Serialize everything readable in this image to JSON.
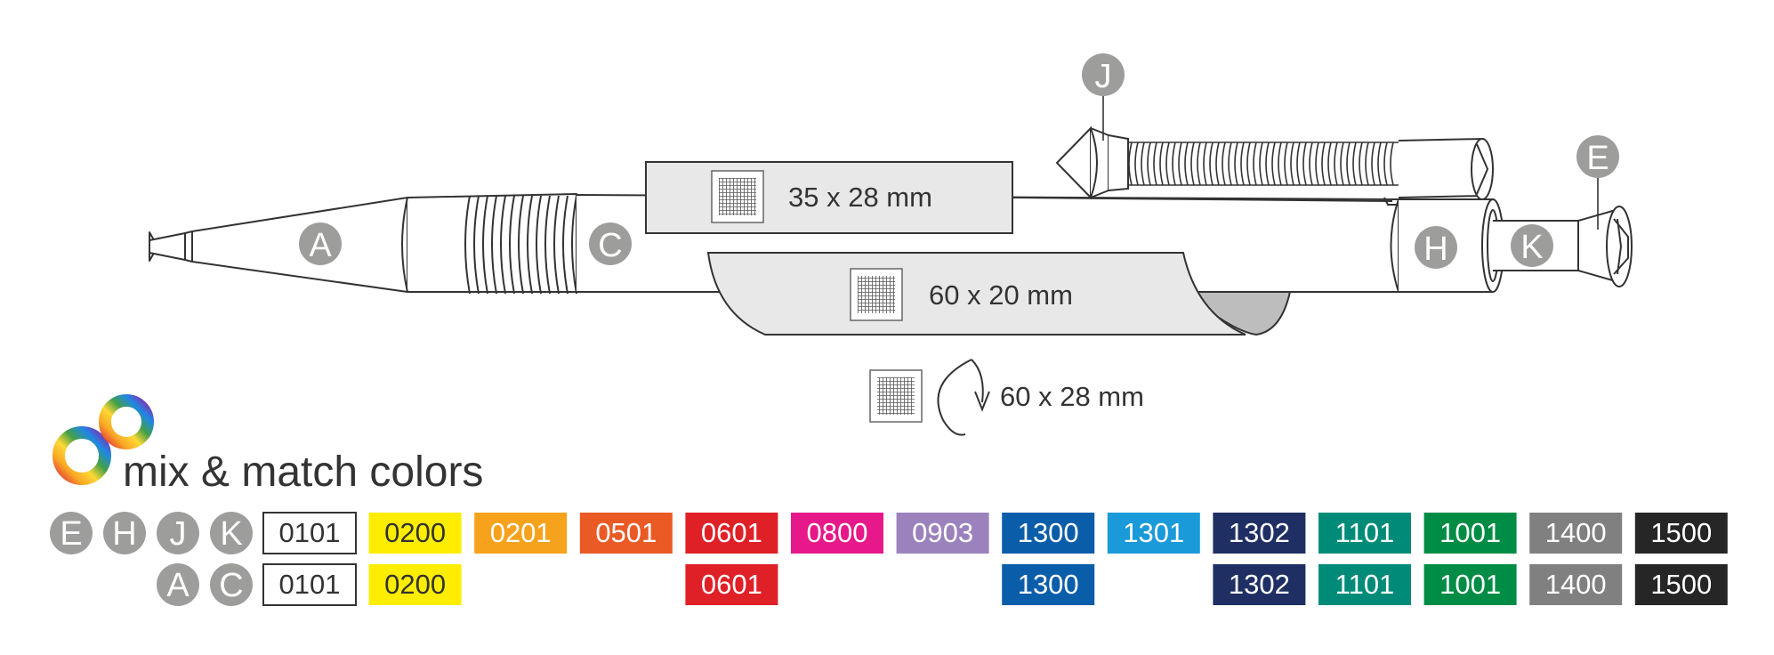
{
  "imprints": {
    "clip_size": "35 x 28 mm",
    "barrel_size": "60 x 20 mm",
    "wrap_size": "60 x 28 mm"
  },
  "parts": {
    "A": "A",
    "C": "C",
    "H": "H",
    "K": "K",
    "J": "J",
    "E": "E"
  },
  "brand": {
    "text": "mix & match colors",
    "logo_icon": "infinity-rainbow-icon"
  },
  "color_rows": [
    {
      "part_labels": [
        "E",
        "H",
        "J",
        "K"
      ],
      "swatches": [
        {
          "code": "0101",
          "bg": "#ffffff",
          "fg": "#333333",
          "outline": true
        },
        {
          "code": "0200",
          "bg": "#ffed00",
          "fg": "#333333"
        },
        {
          "code": "0201",
          "bg": "#f6a21c",
          "fg": "#ffffff"
        },
        {
          "code": "0501",
          "bg": "#ea5a24",
          "fg": "#ffffff"
        },
        {
          "code": "0601",
          "bg": "#e02027",
          "fg": "#ffffff"
        },
        {
          "code": "0800",
          "bg": "#e6188a",
          "fg": "#ffffff"
        },
        {
          "code": "0903",
          "bg": "#9c82bc",
          "fg": "#ffffff"
        },
        {
          "code": "1300",
          "bg": "#0a5da8",
          "fg": "#ffffff"
        },
        {
          "code": "1301",
          "bg": "#1a9ad9",
          "fg": "#ffffff"
        },
        {
          "code": "1302",
          "bg": "#1f2f63",
          "fg": "#ffffff"
        },
        {
          "code": "1101",
          "bg": "#008b78",
          "fg": "#ffffff"
        },
        {
          "code": "1001",
          "bg": "#008c45",
          "fg": "#ffffff"
        },
        {
          "code": "1400",
          "bg": "#808080",
          "fg": "#ffffff"
        },
        {
          "code": "1500",
          "bg": "#262626",
          "fg": "#ffffff"
        }
      ]
    },
    {
      "part_labels": [
        "A",
        "C"
      ],
      "swatches": [
        {
          "code": "0101",
          "bg": "#ffffff",
          "fg": "#333333",
          "outline": true
        },
        {
          "code": "0200",
          "bg": "#ffed00",
          "fg": "#333333"
        },
        null,
        null,
        {
          "code": "0601",
          "bg": "#e02027",
          "fg": "#ffffff"
        },
        null,
        null,
        {
          "code": "1300",
          "bg": "#0a5da8",
          "fg": "#ffffff"
        },
        null,
        {
          "code": "1302",
          "bg": "#1f2f63",
          "fg": "#ffffff"
        },
        {
          "code": "1101",
          "bg": "#008b78",
          "fg": "#ffffff"
        },
        {
          "code": "1001",
          "bg": "#008c45",
          "fg": "#ffffff"
        },
        {
          "code": "1400",
          "bg": "#808080",
          "fg": "#ffffff"
        },
        {
          "code": "1500",
          "bg": "#262626",
          "fg": "#ffffff"
        }
      ]
    }
  ],
  "colors": {
    "part_label_bg": "#9d9d9c",
    "imprint_fill": "#e8e8e8",
    "line": "#333333"
  }
}
